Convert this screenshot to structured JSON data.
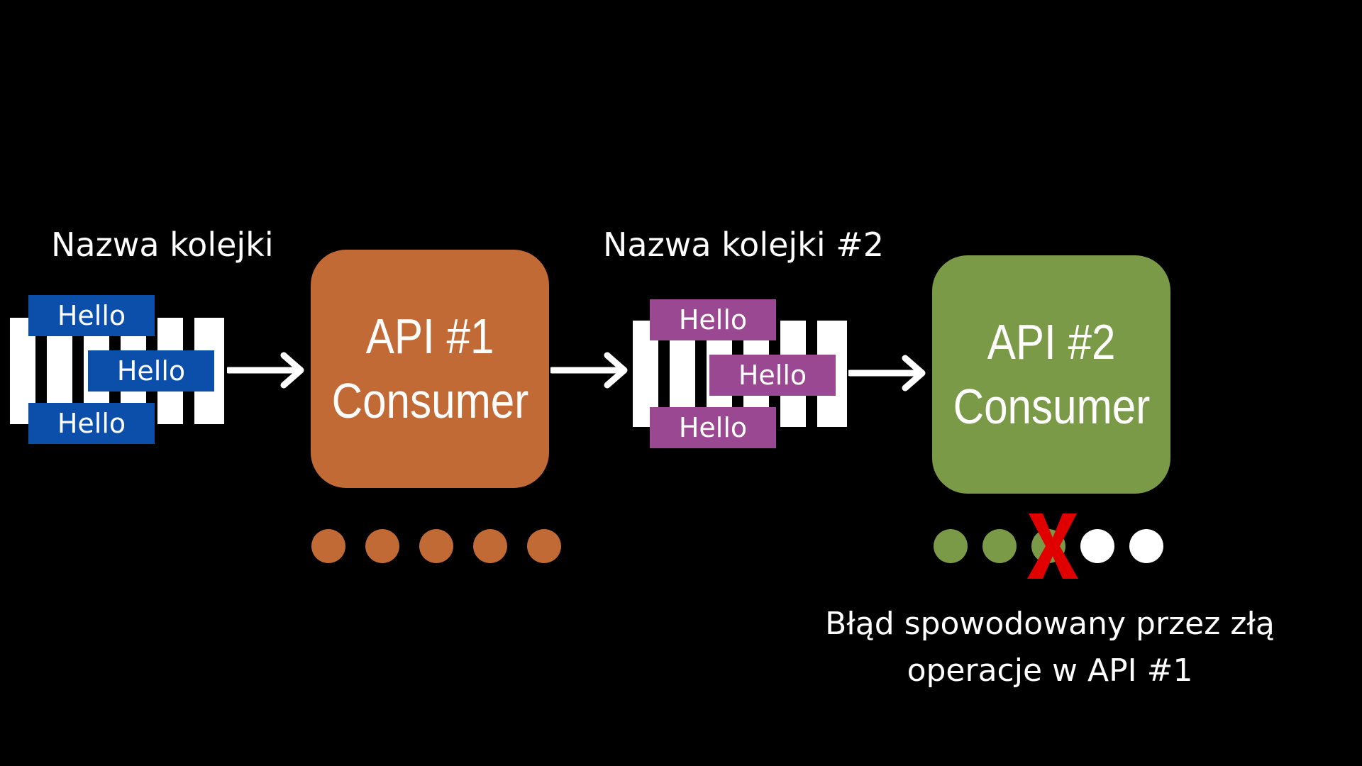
{
  "colors": {
    "background": "#000000",
    "queue1_message": "#0b4fab",
    "queue2_message": "#9a4891",
    "api1": "#c26a35",
    "api2": "#7a9a47",
    "processed_dot_empty": "#ffffff",
    "error": "#e00000"
  },
  "queue1": {
    "title": "Nazwa kolejki",
    "messages": [
      "Hello",
      "Hello",
      "Hello"
    ]
  },
  "api1": {
    "line1": "API #1",
    "line2": "Consumer",
    "dots": [
      {
        "state": "done"
      },
      {
        "state": "done"
      },
      {
        "state": "done"
      },
      {
        "state": "done"
      },
      {
        "state": "done"
      }
    ]
  },
  "queue2": {
    "title": "Nazwa kolejki #2",
    "messages": [
      "Hello",
      "Hello",
      "Hello"
    ]
  },
  "api2": {
    "line1": "API #2",
    "line2": "Consumer",
    "dots": [
      {
        "state": "done"
      },
      {
        "state": "done"
      },
      {
        "state": "failed"
      },
      {
        "state": "pending"
      },
      {
        "state": "pending"
      }
    ]
  },
  "error_icon": "x-mark-icon",
  "caption": {
    "line1": "Błąd spowodowany przez złą",
    "line2": "operacje w API #1"
  }
}
